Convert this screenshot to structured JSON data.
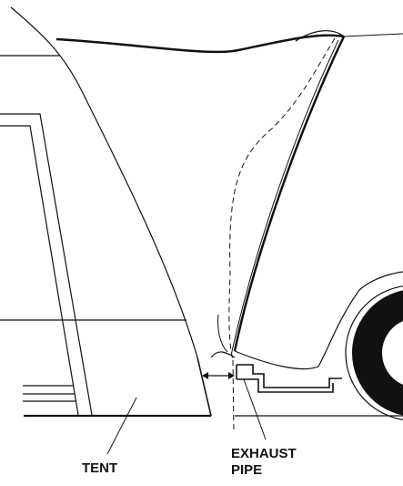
{
  "labels": {
    "tent": "TENT",
    "exhaust_line1": "EXHAUST",
    "exhaust_line2": "PIPE"
  },
  "colors": {
    "line": "#111111",
    "background": "#ffffff"
  }
}
